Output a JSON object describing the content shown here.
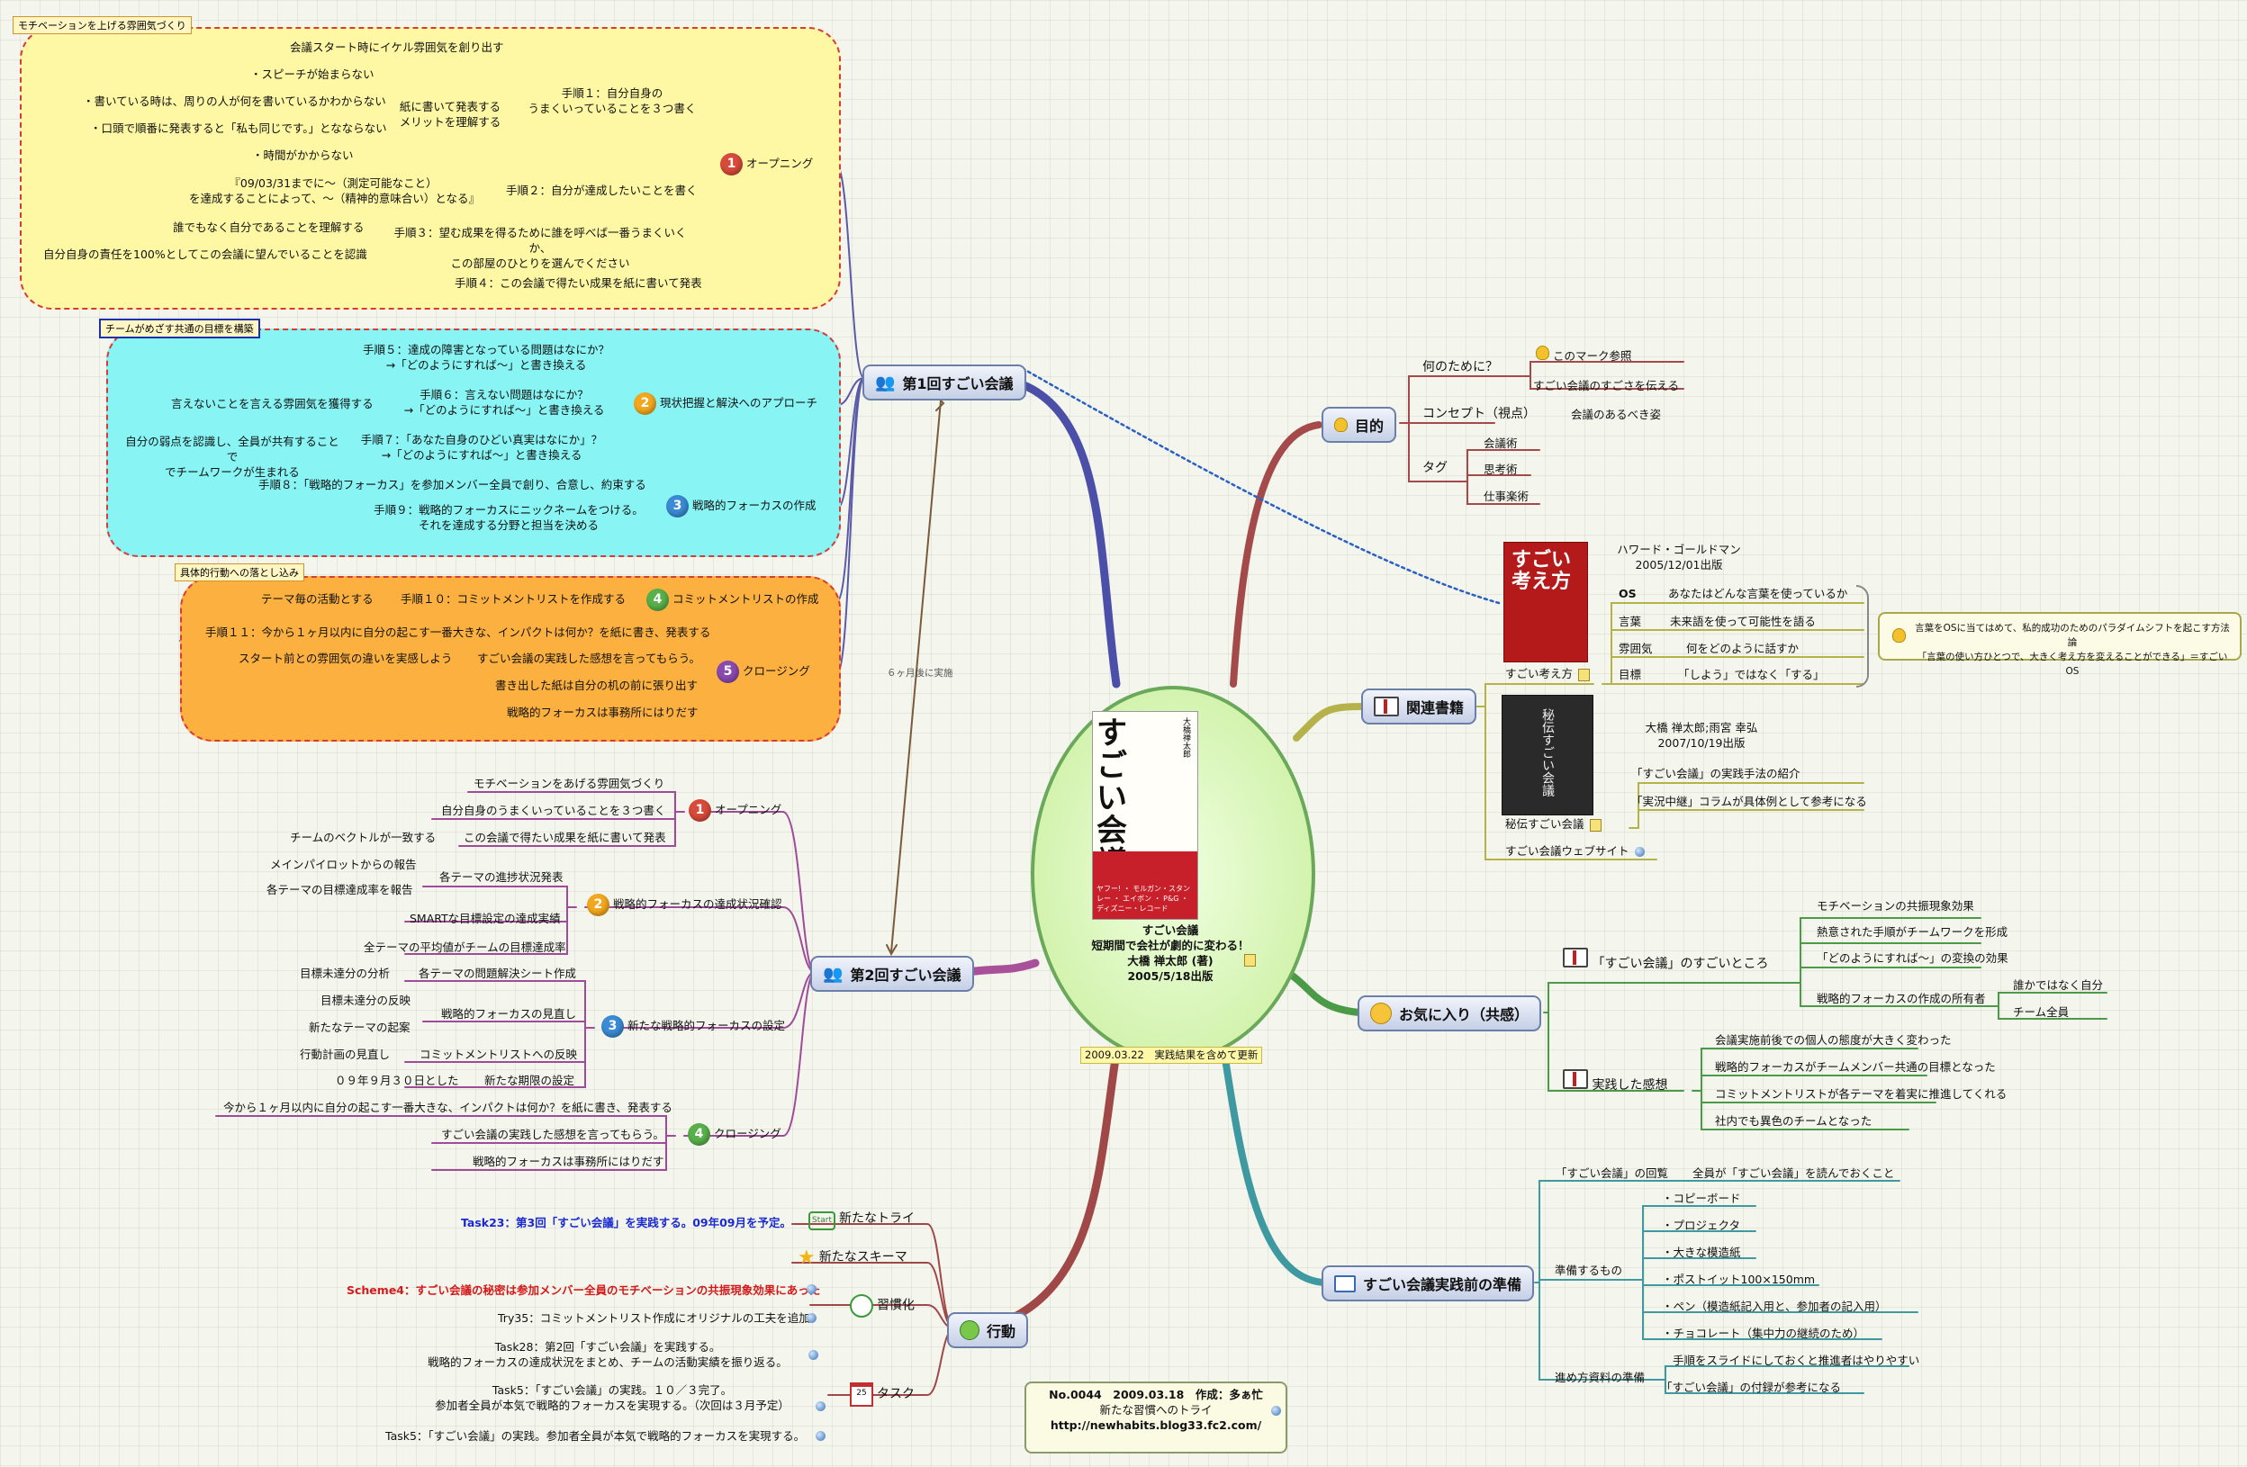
{
  "center": {
    "title": "すごい会議",
    "subtitle": "短期間で会社が劇的に変わる！",
    "author": "大橋 禅太郎 (著)",
    "date": "2005/5/18出版",
    "updated": "2009.03.22　実践結果を含めて更新",
    "cover_title": "すごい会議",
    "cover_author": "大橋禅太郎",
    "cover_brands": "ヤフー! ・ モルガン・スタンレー ・ エイボン ・ P&G ・ ディズニー・レコード"
  },
  "boundaries": {
    "b1": "モチベーションを上げる雰囲気づくり",
    "b2": "チームがめざす共通の目標を構築",
    "b3": "具体的行動への落とし込み"
  },
  "meeting1": {
    "label": "第1回すごい会議",
    "opening": {
      "num": "1",
      "label": "オープニング",
      "step1": "手順１：自分自身の\nうまくいっていることを３つ書く",
      "step1_a": "会議スタート時にイケル雰囲気を創り出す",
      "paper": "紙に書いて発表する\nメリットを理解する",
      "p1": "・スピーチが始まらない",
      "p2": "・書いている時は、周りの人が何を書いているかわからない",
      "p3": "・口頭で順番に発表すると「私も同じです。」となならない",
      "p4": "・時間がかからない",
      "step2": "手順２：自分が達成したいことを書く",
      "step2_a": "『09/03/31までに〜（測定可能なこと）\nを達成することによって、〜（精神的意味合い）となる』",
      "step3": "手順３：望む成果を得るために誰を呼べば一番うまくいくか、\nこの部屋のひとりを選んでください",
      "step3_a": "誰でもなく自分であることを理解する",
      "step3_b": "自分自身の責任を100%としてこの会議に望んでいることを認識",
      "step4": "手順４：この会議で得たい成果を紙に書いて発表"
    },
    "approach": {
      "num": "2",
      "label": "現状把握と解決へのアプローチ",
      "s5": "手順５：達成の障害となっている問題はなにか？\n→「どのようにすれば〜」と書き換える",
      "s6": "手順６：言えない問題はなにか？\n→「どのようにすれば〜」と書き換える",
      "s6_a": "言えないことを言える雰囲気を獲得する",
      "s7": "手順７：「あなた自身のひどい真実はなにか」？\n→「どのようにすれば〜」と書き換える",
      "s7_a": "自分の弱点を認識し、全員が共有することで\nでチームワークが生まれる"
    },
    "focus": {
      "num": "3",
      "label": "戦略的フォーカスの作成",
      "s8": "手順８：「戦略的フォーカス」を参加メンバー全員で創り、合意し、約束する",
      "s9": "手順９：戦略的フォーカスにニックネームをつける。\nそれを達成する分野と担当を決める"
    },
    "commit": {
      "num": "4",
      "label": "コミットメントリストの作成",
      "s10": "手順１０：コミットメントリストを作成する",
      "s10_a": "テーマ毎の活動とする"
    },
    "closing": {
      "num": "5",
      "label": "クロージング",
      "s11": "手順１１：今から１ヶ月以内に自分の起こす一番大きな、インパクトは何か？を紙に書き、発表する",
      "c1": "すごい会議の実践した感想を言ってもらう。",
      "c1_a": "スタート前との雰囲気の違いを実感しよう",
      "c2": "書き出した紙は自分の机の前に張り出す",
      "c3": "戦略的フォーカスは事務所にはりだす"
    }
  },
  "link_label": "６ヶ月後に実施",
  "meeting2": {
    "label": "第2回すごい会議",
    "opening": {
      "num": "1",
      "label": "オープニング",
      "a": "モチベーションをあげる雰囲気づくり",
      "b": "自分自身のうまくいっていることを３つ書く",
      "c": "この会議で得たい成果を紙に書いて発表",
      "c_a": "チームのベクトルが一致する"
    },
    "review": {
      "num": "2",
      "label": "戦略的フォーカスの達成状況確認",
      "a": "各テーマの進捗状況発表",
      "a1": "メインパイロットからの報告",
      "a2": "各テーマの目標達成率を報告",
      "b": "SMARTな目標設定の達成実績",
      "c": "全テーマの平均値がチームの目標達成率"
    },
    "newfocus": {
      "num": "3",
      "label": "新たな戦略的フォーカスの設定",
      "a": "各テーマの問題解決シート作成",
      "a_a": "目標未達分の分析",
      "b": "戦略的フォーカスの見直し",
      "b1": "目標未達分の反映",
      "b2": "新たなテーマの起案",
      "c": "コミットメントリストへの反映",
      "c_a": "行動計画の見直し",
      "d": "新たな期限の設定",
      "d_a": "０９年９月３０日とした"
    },
    "closing": {
      "num": "4",
      "label": "クロージング",
      "a": "今から１ヶ月以内に自分の起こす一番大きな、インパクトは何か？を紙に書き、発表する",
      "b": "すごい会議の実践した感想を言ってもらう。",
      "c": "戦略的フォーカスは事務所にはりだす"
    }
  },
  "action": {
    "label": "行動",
    "try": {
      "label": "新たなトライ",
      "icon": "Start",
      "item": "Task23：第3回「すごい会議」を実践する。09年09月を予定。"
    },
    "scheme": {
      "label": "新たなスキーマ",
      "item": "Scheme4：すごい会議の秘密は参加メンバー全員のモチベーションの共振現象効果にあった"
    },
    "habit": {
      "label": "習慣化",
      "item": "Try35：コミットメントリスト作成にオリジナルの工夫を追加"
    },
    "task": {
      "label": "タスク",
      "icon": "25",
      "t1": "Task28：第2回「すごい会議」を実践する。\n戦略的フォーカスの達成状況をまとめ、チームの活動実績を振り返る。",
      "t2": "Task5：「すごい会議」の実践。１０／３完了。\n参加者全員が本気で戦略的フォーカスを実現する。（次回は３月予定）",
      "t3": "Task5：「すごい会議」の実践。参加者全員が本気で戦略的フォーカスを実現する。"
    }
  },
  "info": {
    "line1": "No.0044　2009.03.18　作成：多ぁ忙",
    "line2": "新たな習慣へのトライ",
    "line3": "http://newhabits.blog33.fc2.com/"
  },
  "purpose": {
    "label": "目的",
    "why": "何のために？",
    "why_a": "このマーク参照",
    "why_b": "すごい会議のすごさを伝える",
    "concept": "コンセプト（視点）",
    "concept_a": "会議のあるべき姿",
    "tag": "タグ",
    "tags": [
      "会議術",
      "思考術",
      "仕事楽術"
    ]
  },
  "books": {
    "label": "関連書籍",
    "b1": {
      "name": "すごい考え方",
      "author_date": "ハワード・ゴールドマン\n2005/12/01出版",
      "os": "OS",
      "os_a": "あなたはどんな言葉を使っているか",
      "lang": "言葉",
      "lang_a": "未来語を使って可能性を語る",
      "mood": "雰囲気",
      "mood_a": "何をどのように話すか",
      "goal": "目標",
      "goal_a": "「しよう」ではなく「する」",
      "callout": "言葉をOSに当てはめて、私的成功のためのパラダイムシフトを起こす方法論\n「言葉の使い方ひとつで、大きく考え方を変えることができる」＝すごいOS",
      "cover": "すごい考え方"
    },
    "b2": {
      "name": "秘伝すごい会議",
      "author_date": "大橋 禅太郎;雨宮 幸弘\n2007/10/19出版",
      "a": "「すごい会議」の実践手法の紹介",
      "b": "「実況中継」コラムが具体例として参考になる",
      "cover": "秘伝すごい会議"
    },
    "site": "すごい会議ウェブサイト"
  },
  "favorite": {
    "label": "お気に入り（共感）",
    "good": "「すごい会議」のすごいところ",
    "g1": "モチベーションの共振現象効果",
    "g2": "熱意された手順がチームワークを形成",
    "g3": "「どのようにすれば〜」の変換の効果",
    "g4": "戦略的フォーカスの作成の所有者",
    "g4_a": "誰かではなく自分",
    "g4_b": "チーム全員",
    "impress": "実践した感想",
    "i1": "会議実施前後での個人の態度が大きく変わった",
    "i2": "戦略的フォーカスがチームメンバー共通の目標となった",
    "i3": "コミットメントリストが各テーマを着実に推進してくれる",
    "i4": "社内でも異色のチームとなった"
  },
  "prep": {
    "label": "すごい会議実践前の準備",
    "a": "「すごい会議」の回覧",
    "a_a": "全員が「すごい会議」を読んでおくこと",
    "b": "準備するもの",
    "items": [
      "・コピーボード",
      "・プロジェクタ",
      "・大きな模造紙",
      "・ポストイット100×150mm",
      "・ペン（模造紙記入用と、参加者の記入用）",
      "・チョコレート（集中力の継続のため）"
    ],
    "c": "進め方資料の準備",
    "c1": "手順をスライドにしておくと推進者はやりやすい",
    "c2": "「すごい会議」の付録が参考になる"
  }
}
